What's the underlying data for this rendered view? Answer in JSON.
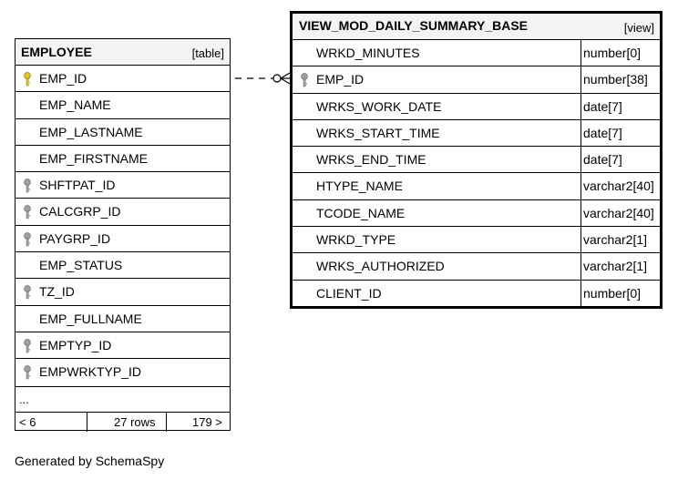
{
  "employee": {
    "name": "EMPLOYEE",
    "kind": "[table]",
    "columns": [
      {
        "name": "EMP_ID",
        "key": "primary"
      },
      {
        "name": "EMP_NAME",
        "key": "none"
      },
      {
        "name": "EMP_LASTNAME",
        "key": "none"
      },
      {
        "name": "EMP_FIRSTNAME",
        "key": "none"
      },
      {
        "name": "SHFTPAT_ID",
        "key": "foreign"
      },
      {
        "name": "CALCGRP_ID",
        "key": "foreign"
      },
      {
        "name": "PAYGRP_ID",
        "key": "foreign"
      },
      {
        "name": "EMP_STATUS",
        "key": "none"
      },
      {
        "name": "TZ_ID",
        "key": "foreign"
      },
      {
        "name": "EMP_FULLNAME",
        "key": "none"
      },
      {
        "name": "EMPTYP_ID",
        "key": "foreign"
      },
      {
        "name": "EMPWRKTYP_ID",
        "key": "foreign"
      }
    ],
    "ellipsis": "...",
    "footer": {
      "parents": "< 6",
      "rows": "27 rows",
      "children": "179 >"
    }
  },
  "view": {
    "name": "VIEW_MOD_DAILY_SUMMARY_BASE",
    "kind": "[view]",
    "columns": [
      {
        "name": "WRKD_MINUTES",
        "type": "number[0]",
        "key": "none"
      },
      {
        "name": "EMP_ID",
        "type": "number[38]",
        "key": "foreign"
      },
      {
        "name": "WRKS_WORK_DATE",
        "type": "date[7]",
        "key": "none"
      },
      {
        "name": "WRKS_START_TIME",
        "type": "date[7]",
        "key": "none"
      },
      {
        "name": "WRKS_END_TIME",
        "type": "date[7]",
        "key": "none"
      },
      {
        "name": "HTYPE_NAME",
        "type": "varchar2[40]",
        "key": "none"
      },
      {
        "name": "TCODE_NAME",
        "type": "varchar2[40]",
        "key": "none"
      },
      {
        "name": "WRKD_TYPE",
        "type": "varchar2[1]",
        "key": "none"
      },
      {
        "name": "WRKS_AUTHORIZED",
        "type": "varchar2[1]",
        "key": "none"
      },
      {
        "name": "CLIENT_ID",
        "type": "number[0]",
        "key": "none"
      }
    ]
  },
  "generated_by": "Generated by SchemaSpy",
  "colors": {
    "primary_key": "#e8c800",
    "foreign_key": "#a0a0a0",
    "header_bg": "#f3f3f3"
  }
}
